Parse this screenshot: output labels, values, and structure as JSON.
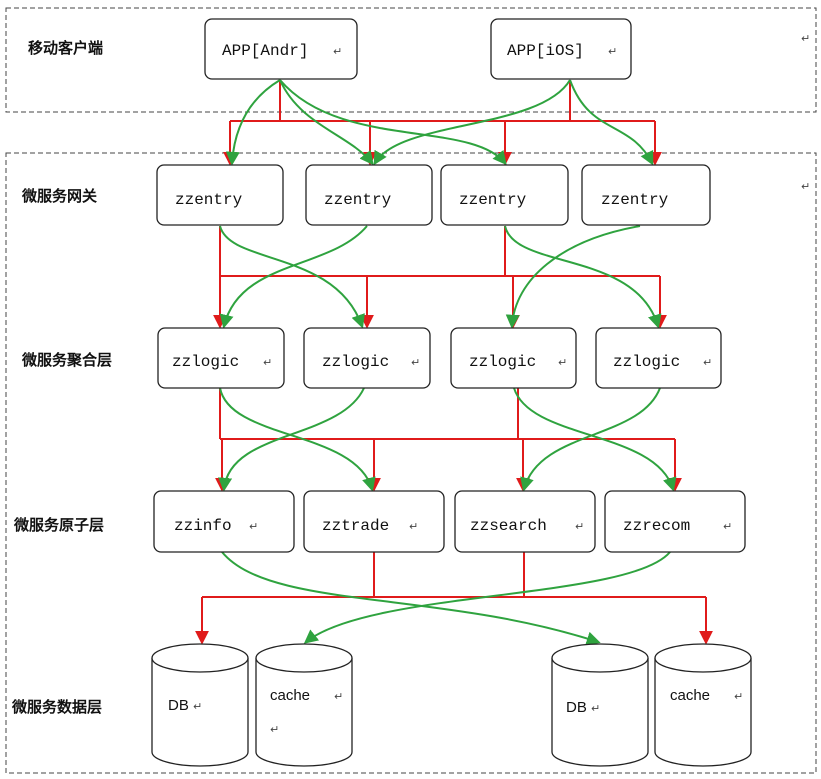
{
  "layers": {
    "mobile": "移动客户端",
    "gateway": "微服务网关",
    "aggregation": "微服务聚合层",
    "atomic": "微服务原子层",
    "data": "微服务数据层"
  },
  "apps": [
    "APP[Andr]",
    "APP[iOS]"
  ],
  "gateways": [
    "zzentry",
    "zzentry",
    "zzentry",
    "zzentry"
  ],
  "logics": [
    "zzlogic",
    "zzlogic",
    "zzlogic",
    "zzlogic"
  ],
  "atoms": [
    "zzinfo",
    "zztrade",
    "zzsearch",
    "zzrecom"
  ],
  "stores": [
    "DB",
    "cache",
    "DB",
    "cache"
  ],
  "return_mark": "↵",
  "colors": {
    "red": "#e01b1b",
    "green": "#2fa33f"
  }
}
